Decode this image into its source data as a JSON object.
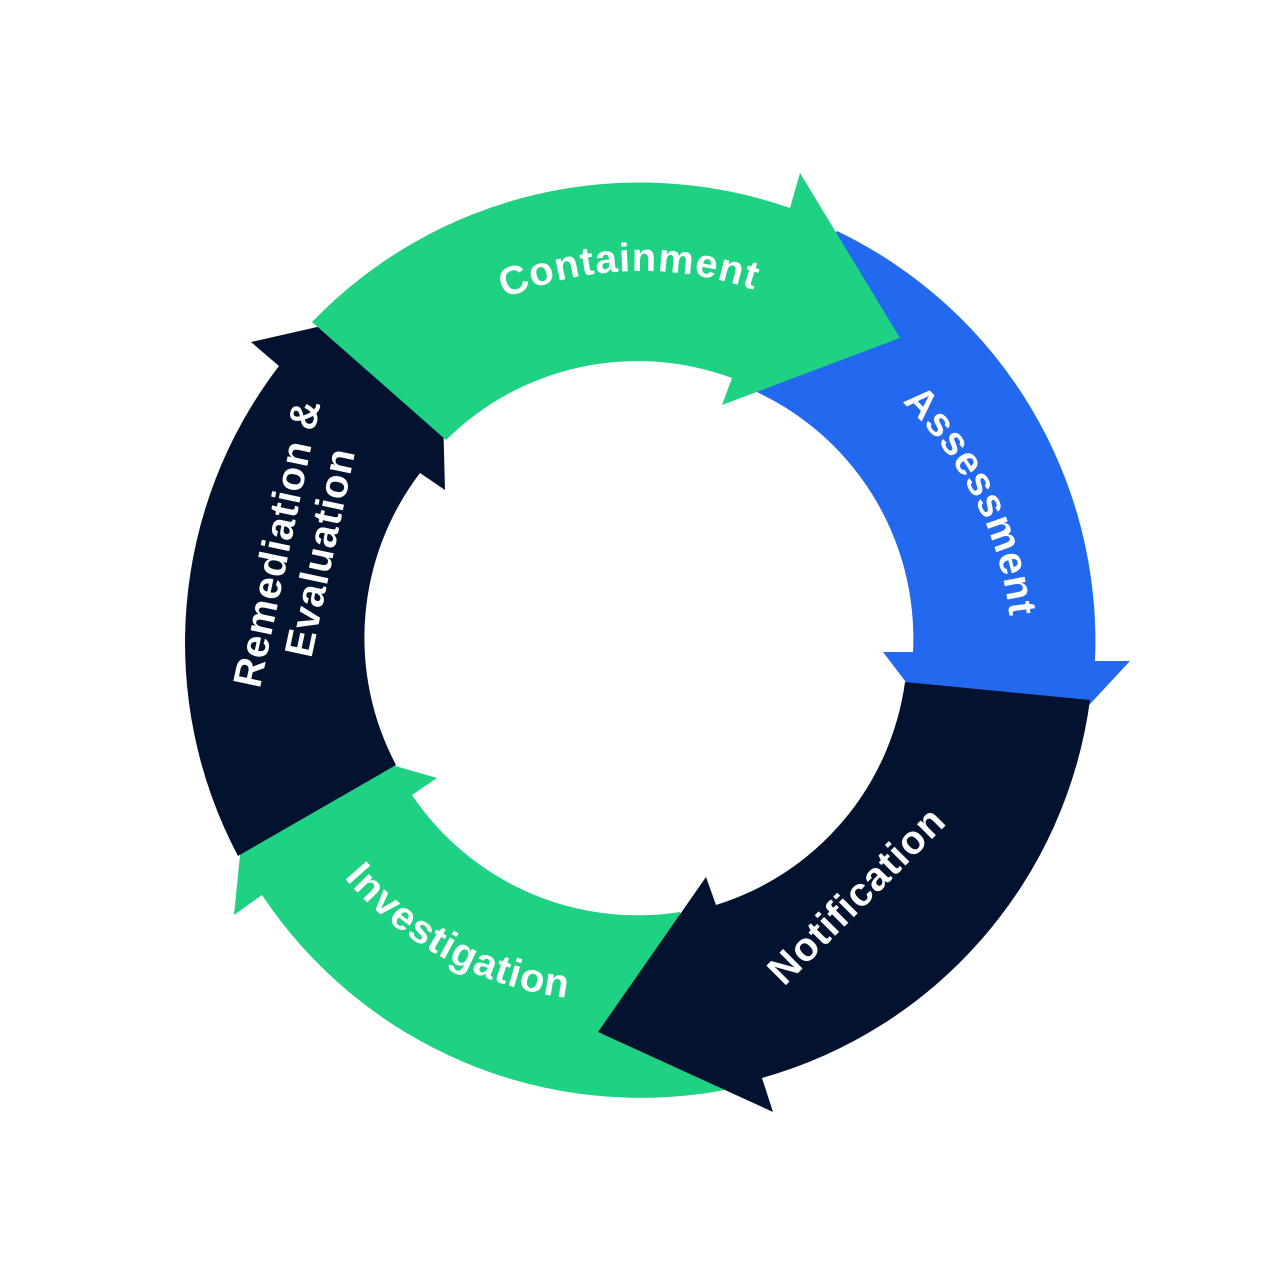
{
  "colors": {
    "background": "#ffffff",
    "green": "#1fd182",
    "blue": "#2269f0",
    "navy": "#03132f",
    "label": "#ffffff"
  },
  "cycle": {
    "steps": [
      {
        "id": "containment",
        "label": "Containment",
        "color": "green",
        "icon": "arrow-clockwise"
      },
      {
        "id": "assessment",
        "label": "Assessment",
        "color": "blue",
        "icon": "arrow-clockwise"
      },
      {
        "id": "notification",
        "label": "Notification",
        "color": "navy",
        "icon": "arrow-clockwise"
      },
      {
        "id": "investigation",
        "label": "Investigation",
        "color": "green",
        "icon": "arrow-clockwise"
      },
      {
        "id": "remediation",
        "label_line1": "Remediation &",
        "label_line2": "Evaluation",
        "color": "navy",
        "icon": "arrow-clockwise"
      }
    ]
  }
}
